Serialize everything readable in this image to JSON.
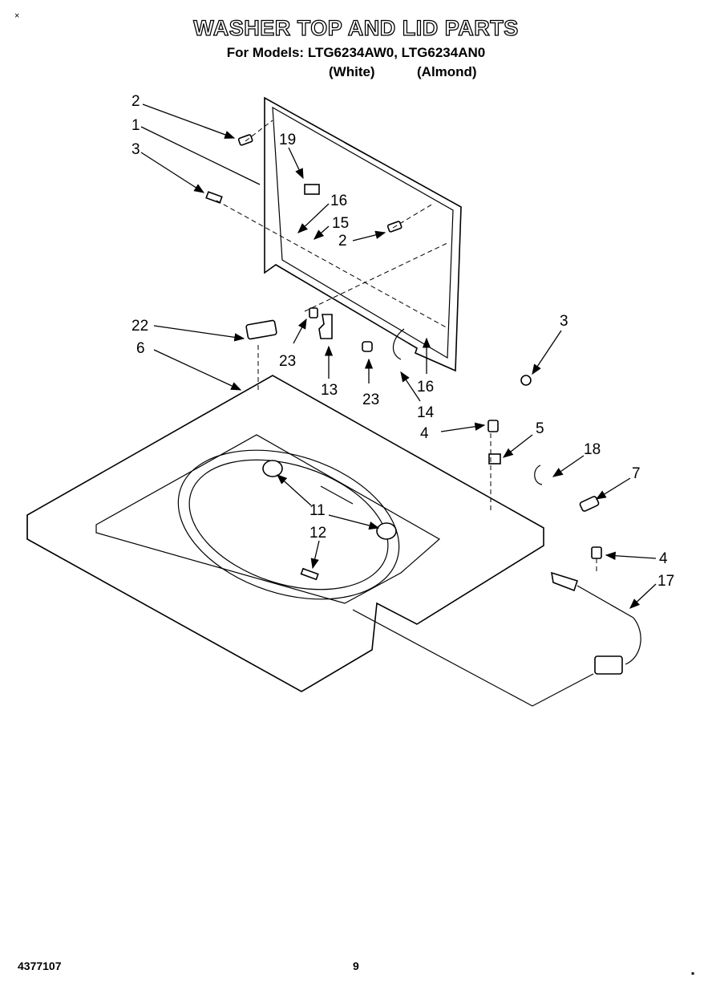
{
  "header": {
    "title": "WASHER TOP AND LID PARTS",
    "models_line": "For Models: LTG6234AW0, LTG6234AN0",
    "variant_1": "(White)",
    "variant_2": "(Almond)"
  },
  "corner_mark": "×",
  "footer": {
    "doc_number": "4377107",
    "page_number": "9"
  },
  "callouts": [
    "2",
    "1",
    "3",
    "19",
    "16",
    "15",
    "2",
    "22",
    "6",
    "23",
    "13",
    "23",
    "14",
    "16",
    "3",
    "4",
    "5",
    "18",
    "7",
    "11",
    "12",
    "4",
    "17"
  ]
}
